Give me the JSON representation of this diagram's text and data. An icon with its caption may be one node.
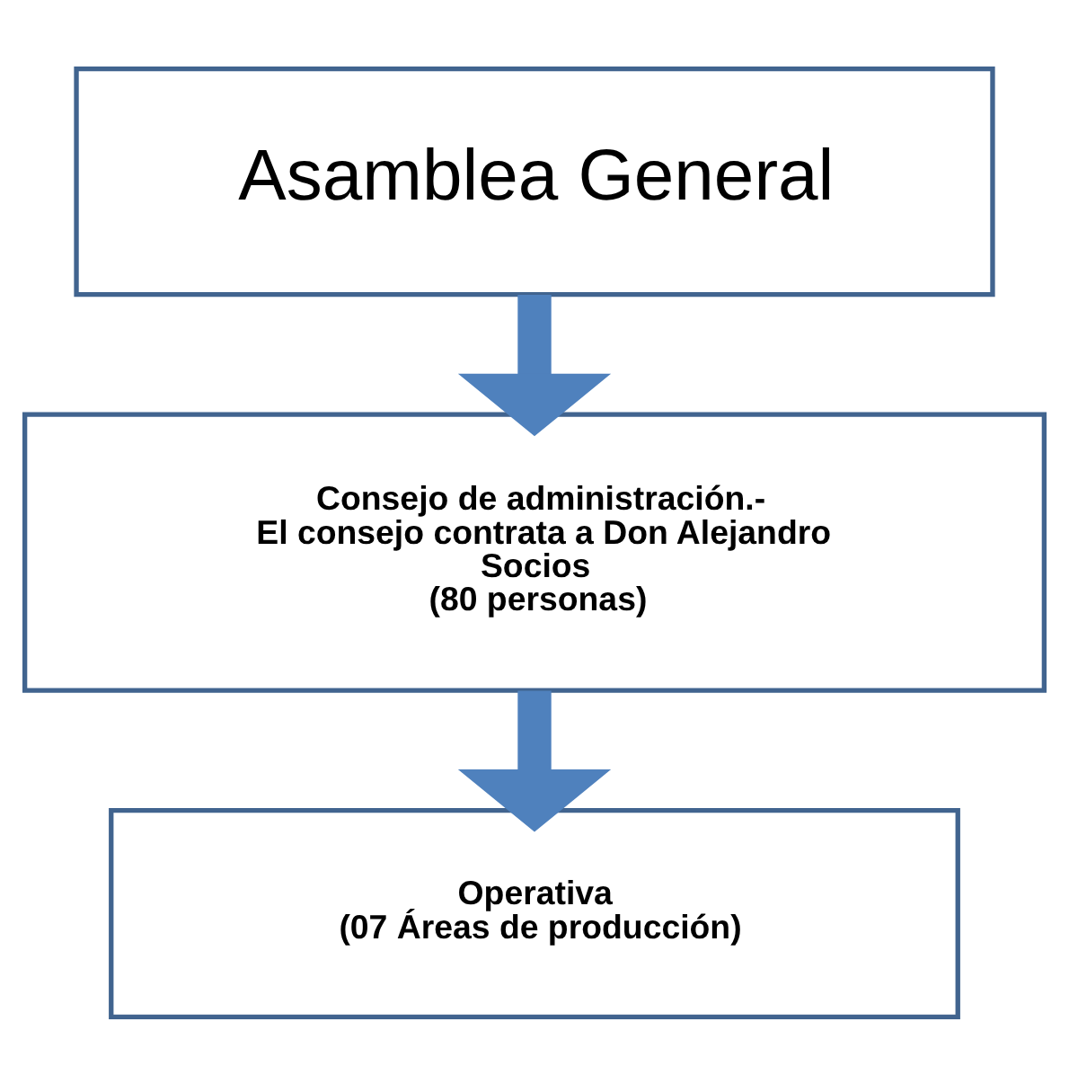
{
  "diagram": {
    "nodes": [
      {
        "text": [
          "Asamblea General"
        ]
      },
      {
        "text": [
          "Consejo de administración.-",
          "El consejo contrata a Don Alejandro",
          "Socios",
          "(80 personas)"
        ]
      },
      {
        "text": [
          "Operativa",
          "(07 Áreas de producción)"
        ]
      }
    ],
    "edges": [
      {
        "from": 0,
        "to": 1,
        "arrow": "to"
      },
      {
        "from": 1,
        "to": 2,
        "arrow": "to"
      }
    ]
  }
}
